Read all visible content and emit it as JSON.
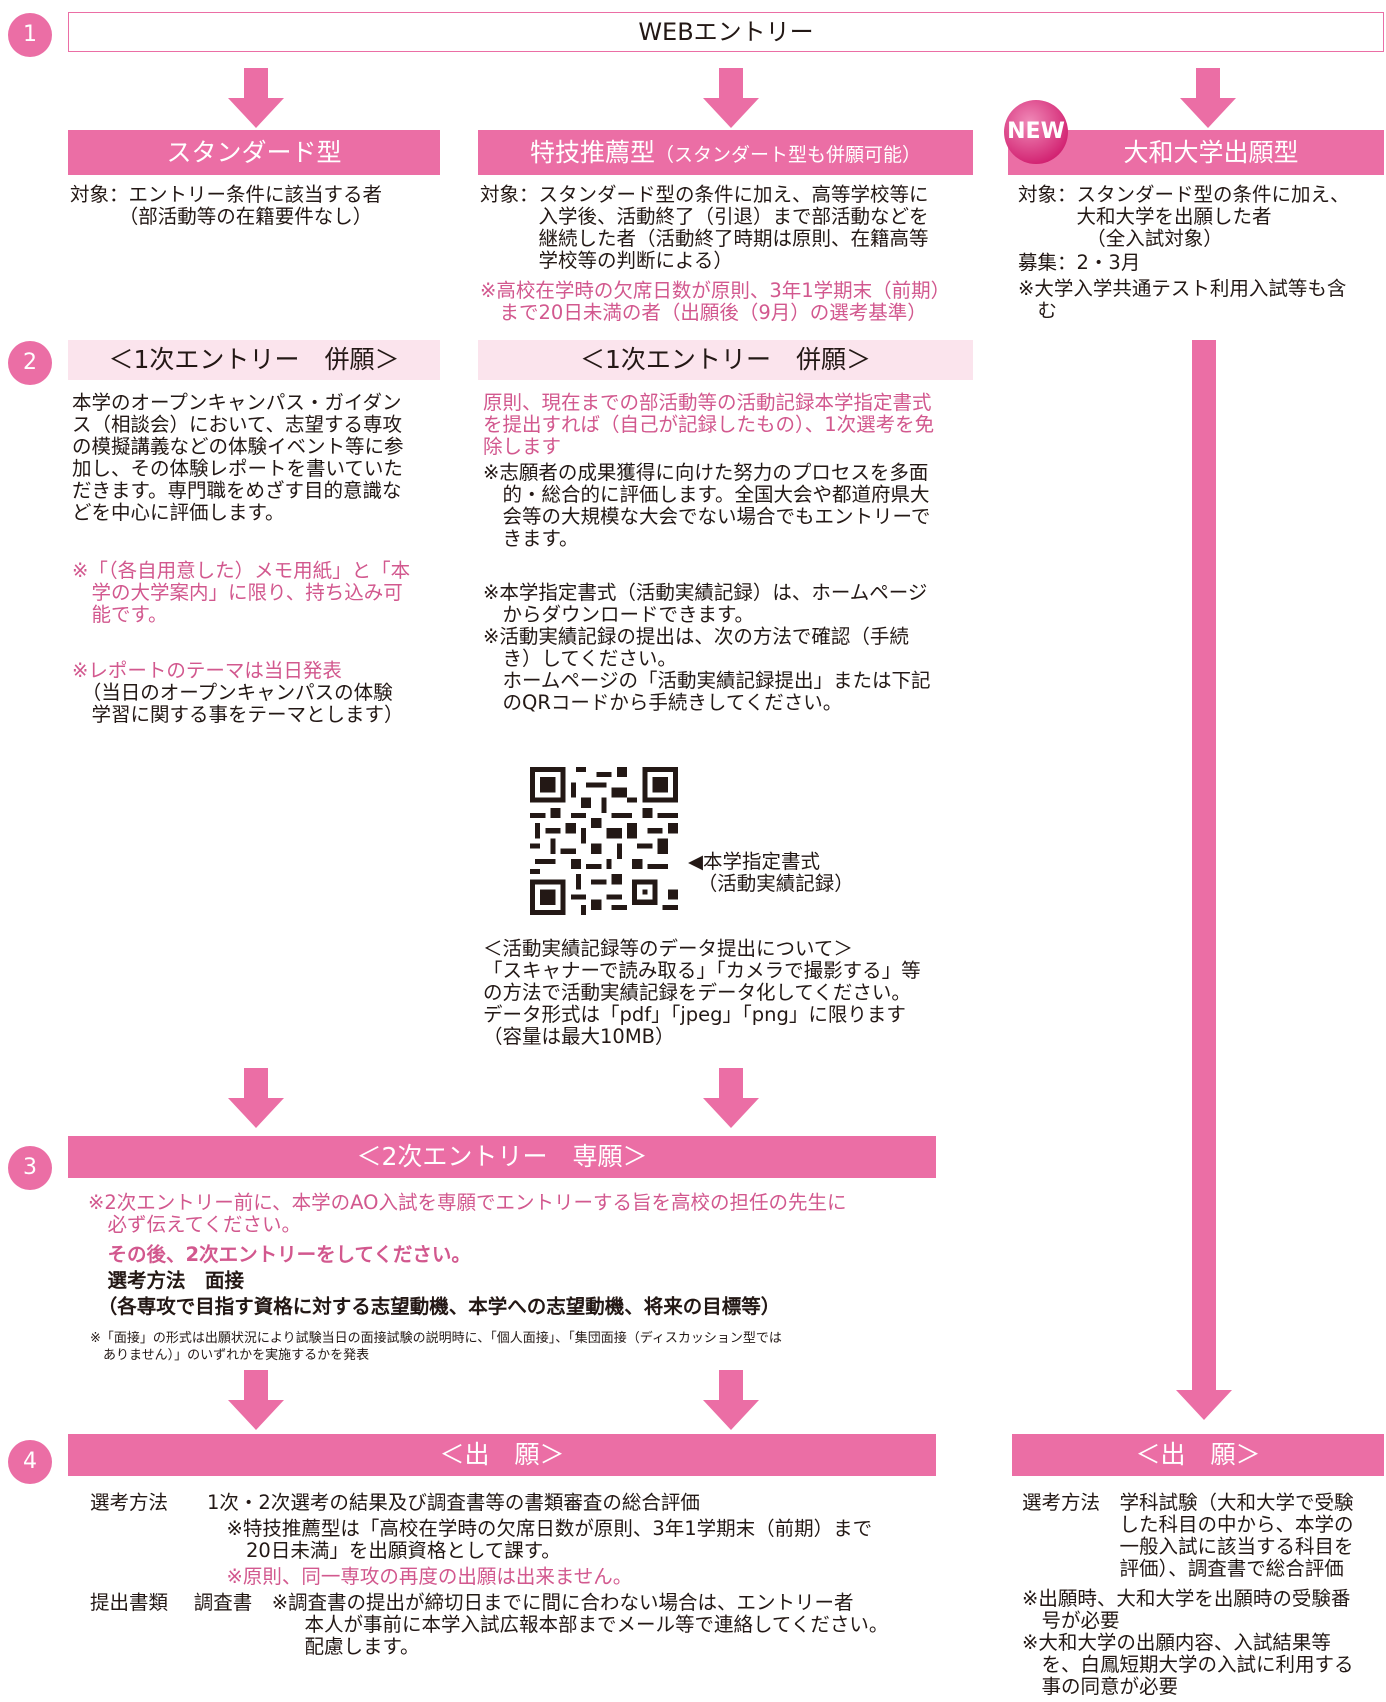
{
  "steps": [
    "1",
    "2",
    "3",
    "4"
  ],
  "top_bar": "WEBエントリー",
  "new_badge": "NEW",
  "col1": {
    "title": "スタンダード型",
    "target": "対象：エントリー条件に該当する者\n　　　（部活動等の在籍要件なし）",
    "entry_title": "＜1次エントリー　併願＞",
    "body": "本学のオープンキャンパス・ガイダン\nス（相談会）において、志望する専攻\nの模擬講義などの体験イベント等に参\n加し、その体験レポートを書いていた\nだきます。専門職をめざす目的意識な\nどを中心に評価します。",
    "note1": "※「（各自用意した）メモ用紙」と「本\n　学の大学案内」に限り、持ち込み可\n　能です。",
    "note2": "※レポートのテーマは当日発表",
    "note2b": "　（当日のオープンキャンパスの体験\n　学習に関する事をテーマとします）"
  },
  "col2": {
    "title": "特技推薦型",
    "title_sub": "（スタンダート型も併願可能）",
    "target": "対象：スタンダード型の条件に加え、高等学校等に\n　　　入学後、活動終了（引退）まで部活動などを\n　　　継続した者（活動終了時期は原則、在籍高等\n　　　学校等の判断による）",
    "target_note": "※高校在学時の欠席日数が原則、3年1学期末（前期）\n　まで20日未満の者（出願後（9月）の選考基準）",
    "entry_title": "＜1次エントリー　併願＞",
    "lead": "原則、現在までの部活動等の活動記録本学指定書式\nを提出すれば（自己が記録したもの）、1次選考を免\n除します",
    "body1": "※志願者の成果獲得に向けた努力のプロセスを多面\n　的・総合的に評価します。全国大会や都道府県大\n　会等の大規模な大会でない場合でもエントリーで\n　きます。",
    "body2": "※本学指定書式（活動実績記録）は、ホームページ\n　からダウンロードできます。\n※活動実績記録の提出は、次の方法で確認（手続\n　き）してください。\n　ホームページの「活動実績記録提出」または下記\n　のQRコードから手続きしてください。",
    "qr_label": "◀本学指定書式\n　（活動実績記録）",
    "data_note": "＜活動実績記録等のデータ提出について＞\n「スキャナーで読み取る」「カメラで撮影する」等\nの方法で活動実績記録をデータ化してください。\nデータ形式は「pdf」「jpeg」「png」に限ります\n（容量は最大10MB）"
  },
  "col3": {
    "title": "大和大学出願型",
    "target": "対象：スタンダード型の条件に加え、\n　　　大和大学を出願した者\n　　　　（全入試対象）",
    "recruit": "募集：2・3月",
    "note": "※大学入学共通テスト利用入試等も含\n　む",
    "apply_title": "＜出　願＞",
    "method": "選考方法　学科試験（大和大学で受験\n　　　　　した科目の中から、本学の\n　　　　　一般入試に該当する科目を\n　　　　　評価）、調査書で総合評価",
    "notes": "※出願時、大和大学を出願時の受験番\n　号が必要\n※大和大学の出願内容、入試結果等\n　を、白鳳短期大学の入試に利用する\n　事の同意が必要"
  },
  "step3": {
    "title": "＜2次エントリー　専願＞",
    "note_pink": "※2次エントリー前に、本学のAO入試を専願でエントリーする旨を高校の担任の先生に\n　必ず伝えてください。",
    "note_pink_bold": "　その後、2次エントリーをしてください。",
    "method": "　選考方法　面接",
    "method_detail": "　（各専攻で目指す資格に対する志望動機、本学への志望動機、将来の目標等）",
    "small_note": "※「面接」の形式は出願状況により試験当日の面接試験の説明時に、「個人面接」、「集団面接（ディスカッション型では\n　ありません）」のいずれかを実施するかを発表"
  },
  "step4": {
    "title": "＜出　願＞",
    "method": "選考方法　　1次・2次選考の結果及び調査書等の書類審査の総合評価",
    "method_note": "　　　　　　　※特技推薦型は「高校在学時の欠席日数が原則、3年1学期末（前期）まで\n　　　　　　　　20日未満」を出願資格として課す。",
    "method_note_pink": "　　　　　　　※原則、同一専攻の再度の出願は出来ません。",
    "docs": "提出書類　 調査書　※調査書の提出が締切日までに間に合わない場合は、エントリー者\n　　　　　　　　　　　本人が事前に本学入試広報本部までメール等で連絡してください。\n　　　　　　　　　　　配慮します。"
  },
  "colors": {
    "accent": "#eb6ea5",
    "light": "#fbe4ed",
    "pink_text": "#d2588e",
    "text": "#231815"
  }
}
